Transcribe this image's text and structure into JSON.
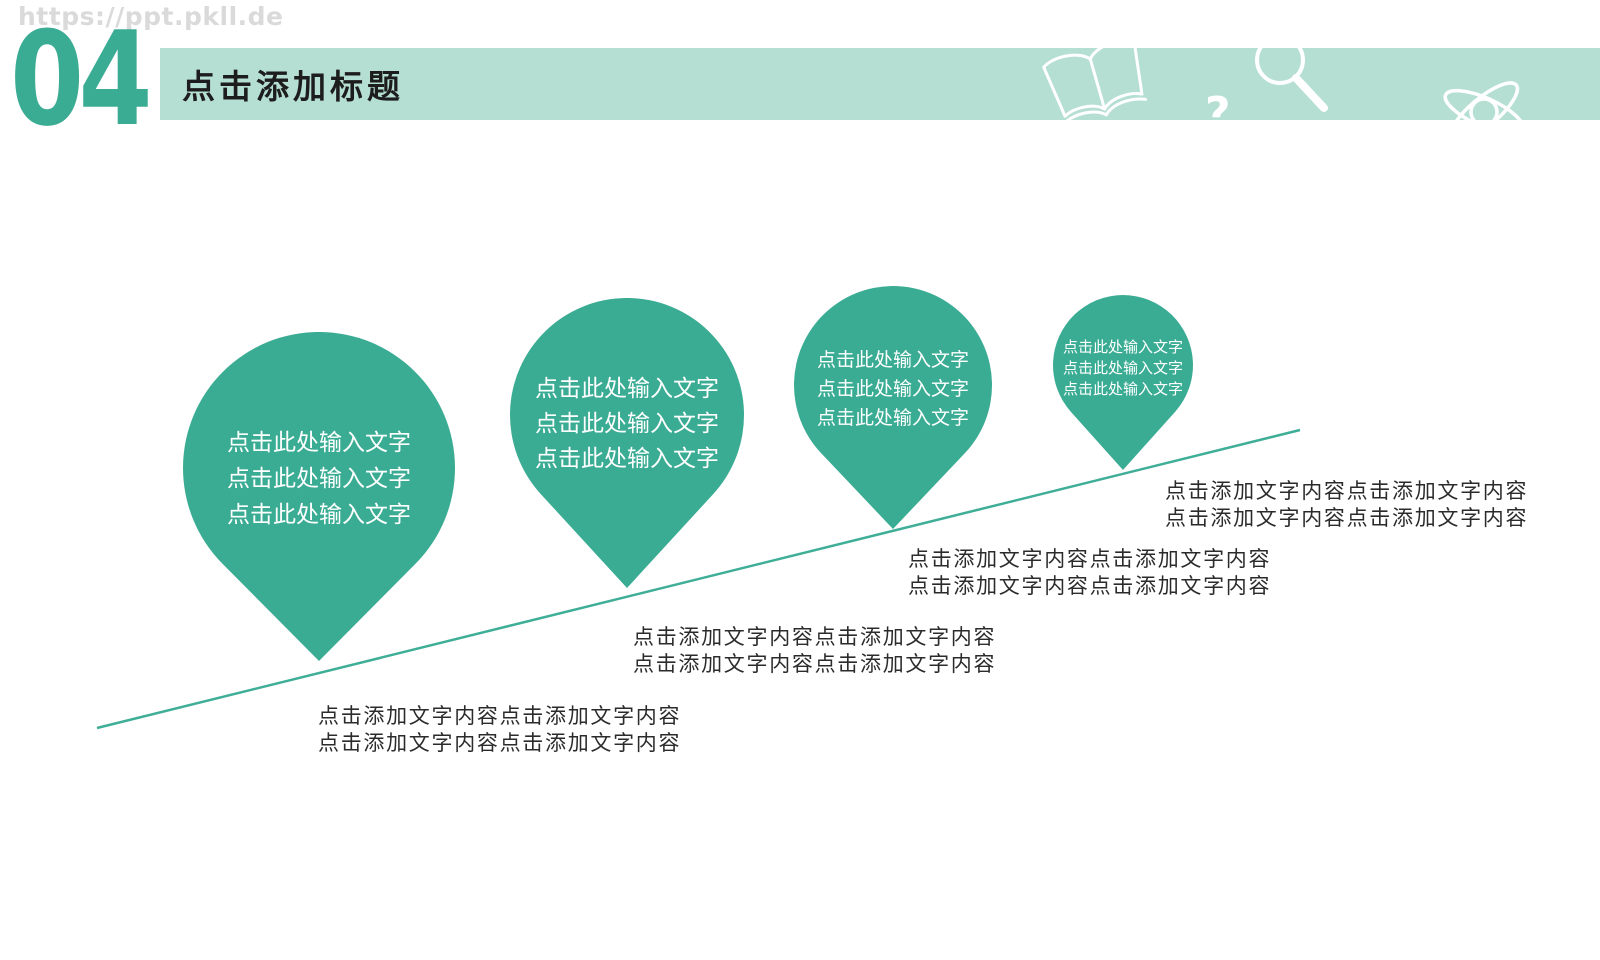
{
  "watermark": {
    "text": "https://ppt.pkll.de"
  },
  "header": {
    "section_number": "04",
    "title": "点击添加标题",
    "icons": {
      "question_mark": "?"
    }
  },
  "colors": {
    "teal": "#3bac94",
    "banner_mint": "#b6dfd3",
    "title_text": "#1d1d1d",
    "body_text": "#2b2b2b",
    "drop_text": "#ffffff",
    "watermark_gray": "#dadada"
  },
  "diagram": {
    "drops": [
      {
        "lines": [
          "点击此处输入文字",
          "点击此处输入文字",
          "点击此处输入文字"
        ]
      },
      {
        "lines": [
          "点击此处输入文字",
          "点击此处输入文字",
          "点击此处输入文字"
        ]
      },
      {
        "lines": [
          "点击此处输入文字",
          "点击此处输入文字",
          "点击此处输入文字"
        ]
      },
      {
        "lines": [
          "点击此处输入文字",
          "点击此处输入文字",
          "点击此处输入文字"
        ]
      }
    ],
    "notes": [
      {
        "lines": [
          "点击添加文字内容点击添加文字内容",
          "点击添加文字内容点击添加文字内容"
        ]
      },
      {
        "lines": [
          "点击添加文字内容点击添加文字内容",
          "点击添加文字内容点击添加文字内容"
        ]
      },
      {
        "lines": [
          "点击添加文字内容点击添加文字内容",
          "点击添加文字内容点击添加文字内容"
        ]
      },
      {
        "lines": [
          "点击添加文字内容点击添加文字内容",
          "点击添加文字内容点击添加文字内容"
        ]
      }
    ]
  }
}
